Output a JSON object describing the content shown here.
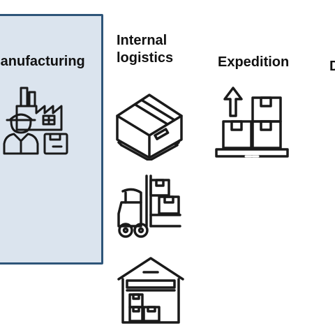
{
  "stages": {
    "manufacturing": {
      "label": "Manufacturing",
      "icon": "factory-worker-icon"
    },
    "internal_logistics": {
      "label_line1": "Internal",
      "label_line2": "logistics",
      "icons": [
        "box-on-pallet-icon",
        "forklift-icon",
        "warehouse-icon"
      ]
    },
    "expedition": {
      "label": "Expedition",
      "icon": "stacked-boxes-icon"
    },
    "distribution": {
      "label": "D"
    }
  },
  "colors": {
    "panel_fill": "#dbe4ee",
    "panel_border": "#2e5579",
    "stroke": "#1a1a1a"
  }
}
